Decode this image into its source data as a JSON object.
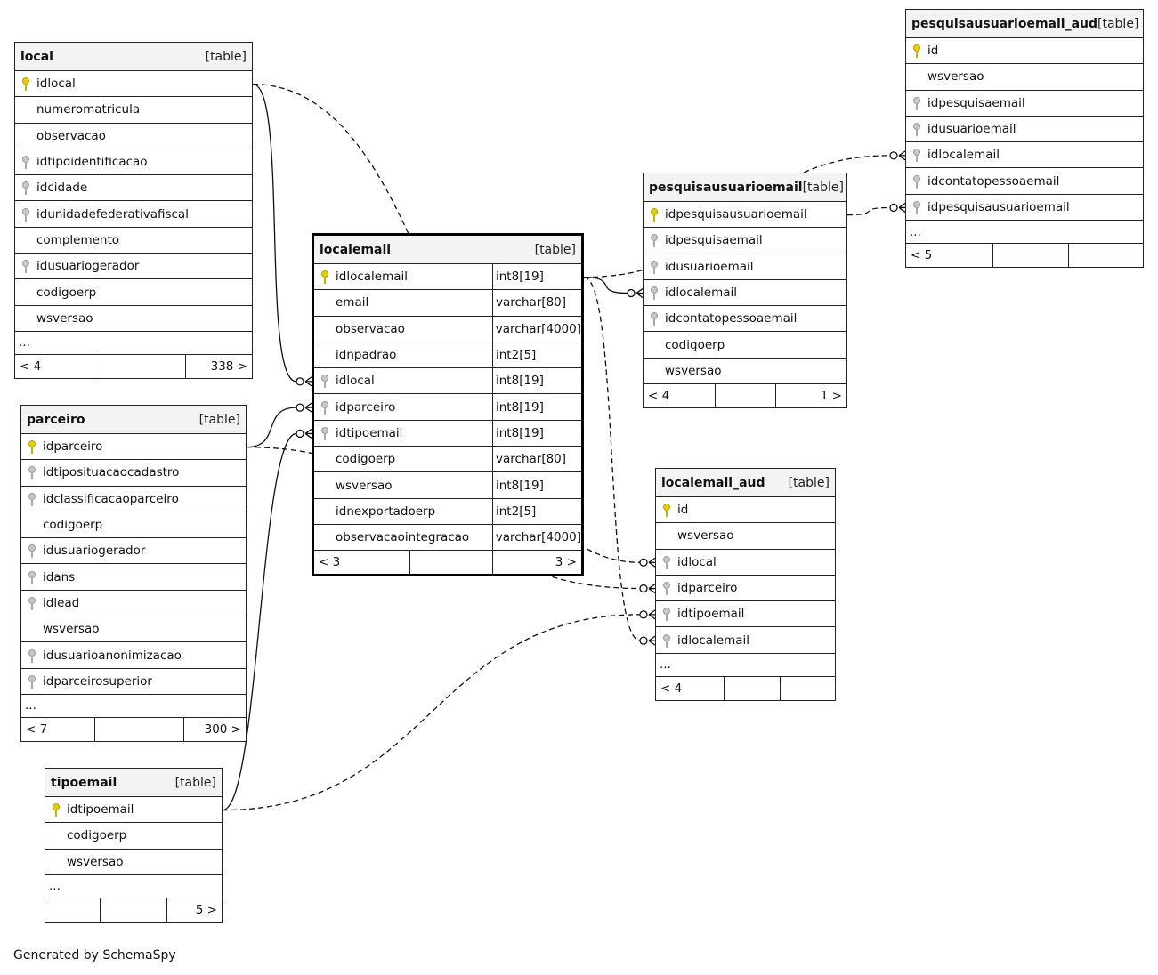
{
  "diagram": {
    "footer": "Generated by SchemaSpy",
    "table_kind_label": "[table]",
    "tables": [
      {
        "id": "local",
        "name": "local",
        "focus": false,
        "columns": [
          {
            "name": "idlocal",
            "key": "pk"
          },
          {
            "name": "numeromatricula",
            "key": ""
          },
          {
            "name": "observacao",
            "key": ""
          },
          {
            "name": "idtipoidentificacao",
            "key": "fk"
          },
          {
            "name": "idcidade",
            "key": "fk"
          },
          {
            "name": "idunidadefederativafiscal",
            "key": "fk"
          },
          {
            "name": "complemento",
            "key": ""
          },
          {
            "name": "idusuariogerador",
            "key": "fk"
          },
          {
            "name": "codigoerp",
            "key": ""
          },
          {
            "name": "wsversao",
            "key": ""
          }
        ],
        "ellipsis": "...",
        "footer": {
          "left": "< 4",
          "mid": "",
          "right": "338 >"
        }
      },
      {
        "id": "parceiro",
        "name": "parceiro",
        "focus": false,
        "columns": [
          {
            "name": "idparceiro",
            "key": "pk"
          },
          {
            "name": "idtiposituacaocadastro",
            "key": "fk"
          },
          {
            "name": "idclassificacaoparceiro",
            "key": "fk"
          },
          {
            "name": "codigoerp",
            "key": ""
          },
          {
            "name": "idusuariogerador",
            "key": "fk"
          },
          {
            "name": "idans",
            "key": "fk"
          },
          {
            "name": "idlead",
            "key": "fk"
          },
          {
            "name": "wsversao",
            "key": ""
          },
          {
            "name": "idusuarioanonimizacao",
            "key": "fk"
          },
          {
            "name": "idparceirosuperior",
            "key": "fk"
          }
        ],
        "ellipsis": "...",
        "footer": {
          "left": "< 7",
          "mid": "",
          "right": "300 >"
        }
      },
      {
        "id": "tipoemail",
        "name": "tipoemail",
        "focus": false,
        "columns": [
          {
            "name": "idtipoemail",
            "key": "pk"
          },
          {
            "name": "codigoerp",
            "key": ""
          },
          {
            "name": "wsversao",
            "key": ""
          }
        ],
        "ellipsis": "...",
        "footer": {
          "left": "",
          "mid": "",
          "right": "5 >"
        }
      },
      {
        "id": "localemail",
        "name": "localemail",
        "focus": true,
        "columns": [
          {
            "name": "idlocalemail",
            "key": "pk",
            "type": "int8[19]"
          },
          {
            "name": "email",
            "key": "",
            "type": "varchar[80]"
          },
          {
            "name": "observacao",
            "key": "",
            "type": "varchar[4000]"
          },
          {
            "name": "idnpadrao",
            "key": "",
            "type": "int2[5]"
          },
          {
            "name": "idlocal",
            "key": "fk",
            "type": "int8[19]"
          },
          {
            "name": "idparceiro",
            "key": "fk",
            "type": "int8[19]"
          },
          {
            "name": "idtipoemail",
            "key": "fk",
            "type": "int8[19]"
          },
          {
            "name": "codigoerp",
            "key": "",
            "type": "varchar[80]"
          },
          {
            "name": "wsversao",
            "key": "",
            "type": "int8[19]"
          },
          {
            "name": "idnexportadoerp",
            "key": "",
            "type": "int2[5]"
          },
          {
            "name": "observacaointegracao",
            "key": "",
            "type": "varchar[4000]"
          }
        ],
        "ellipsis": "",
        "footer": {
          "left": "< 3",
          "mid": "",
          "right": "3 >"
        }
      },
      {
        "id": "pesquisausuarioemail",
        "name": "pesquisausuarioemail",
        "focus": false,
        "columns": [
          {
            "name": "idpesquisausuarioemail",
            "key": "pk"
          },
          {
            "name": "idpesquisaemail",
            "key": "fk"
          },
          {
            "name": "idusuarioemail",
            "key": "fk"
          },
          {
            "name": "idlocalemail",
            "key": "fk"
          },
          {
            "name": "idcontatopessoaemail",
            "key": "fk"
          },
          {
            "name": "codigoerp",
            "key": ""
          },
          {
            "name": "wsversao",
            "key": ""
          }
        ],
        "ellipsis": "",
        "footer": {
          "left": "< 4",
          "mid": "",
          "right": "1 >"
        }
      },
      {
        "id": "pesquisausuarioemail_aud",
        "name": "pesquisausuarioemail_aud",
        "focus": false,
        "columns": [
          {
            "name": "id",
            "key": "pk"
          },
          {
            "name": "wsversao",
            "key": ""
          },
          {
            "name": "idpesquisaemail",
            "key": "fk"
          },
          {
            "name": "idusuarioemail",
            "key": "fk"
          },
          {
            "name": "idlocalemail",
            "key": "fk"
          },
          {
            "name": "idcontatopessoaemail",
            "key": "fk"
          },
          {
            "name": "idpesquisausuarioemail",
            "key": "fk"
          }
        ],
        "ellipsis": "...",
        "footer": {
          "left": "< 5",
          "mid": "",
          "right": ""
        }
      },
      {
        "id": "localemail_aud",
        "name": "localemail_aud",
        "focus": false,
        "columns": [
          {
            "name": "id",
            "key": "pk"
          },
          {
            "name": "wsversao",
            "key": ""
          },
          {
            "name": "idlocal",
            "key": "fk"
          },
          {
            "name": "idparceiro",
            "key": "fk"
          },
          {
            "name": "idtipoemail",
            "key": "fk"
          },
          {
            "name": "idlocalemail",
            "key": "fk"
          }
        ],
        "ellipsis": "...",
        "footer": {
          "left": "< 4",
          "mid": "",
          "right": ""
        }
      }
    ],
    "relationships": [
      {
        "from": "local.idlocal",
        "to": "localemail.idlocal",
        "style": "solid"
      },
      {
        "from": "parceiro.idparceiro",
        "to": "localemail.idparceiro",
        "style": "solid"
      },
      {
        "from": "tipoemail.idtipoemail",
        "to": "localemail.idtipoemail",
        "style": "solid"
      },
      {
        "from": "localemail.idlocalemail",
        "to": "pesquisausuarioemail.idlocalemail",
        "style": "solid"
      },
      {
        "from": "localemail.idlocalemail",
        "to": "pesquisausuarioemail_aud.idlocalemail",
        "style": "dashed"
      },
      {
        "from": "pesquisausuarioemail.idpesquisausuarioemail",
        "to": "pesquisausuarioemail_aud.idpesquisausuarioemail",
        "style": "dashed"
      },
      {
        "from": "local.idlocal",
        "to": "localemail_aud.idlocal",
        "style": "dashed"
      },
      {
        "from": "parceiro.idparceiro",
        "to": "localemail_aud.idparceiro",
        "style": "dashed"
      },
      {
        "from": "tipoemail.idtipoemail",
        "to": "localemail_aud.idtipoemail",
        "style": "dashed"
      },
      {
        "from": "localemail.idlocalemail",
        "to": "localemail_aud.idlocalemail",
        "style": "dashed"
      }
    ]
  }
}
